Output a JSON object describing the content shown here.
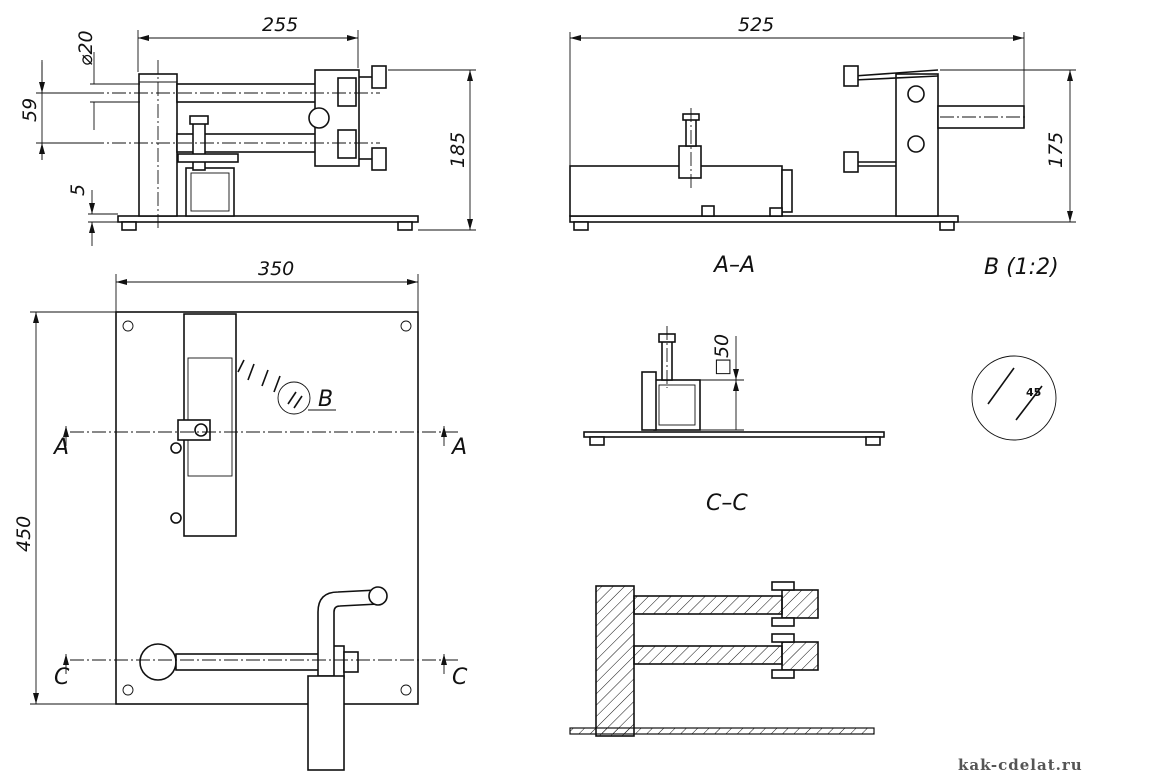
{
  "drawing": {
    "dimensions": {
      "top_width": "255",
      "rod_diameter": "⌀20",
      "rod_spacing": "59",
      "plate_thickness": "5",
      "height_left": "185",
      "total_length": "525",
      "height_right": "175",
      "plate_width": "350",
      "plate_length": "450",
      "tube_size": "□50",
      "detail_angle": "45"
    },
    "labels": {
      "section_a_left": "A",
      "section_a_right": "A",
      "section_c_left": "C",
      "section_c_right": "C",
      "detail_callout": "B",
      "view_a": "A–A",
      "view_b": "B (1:2)",
      "view_c": "C–C"
    },
    "watermark": "kak-cdelat.ru"
  }
}
